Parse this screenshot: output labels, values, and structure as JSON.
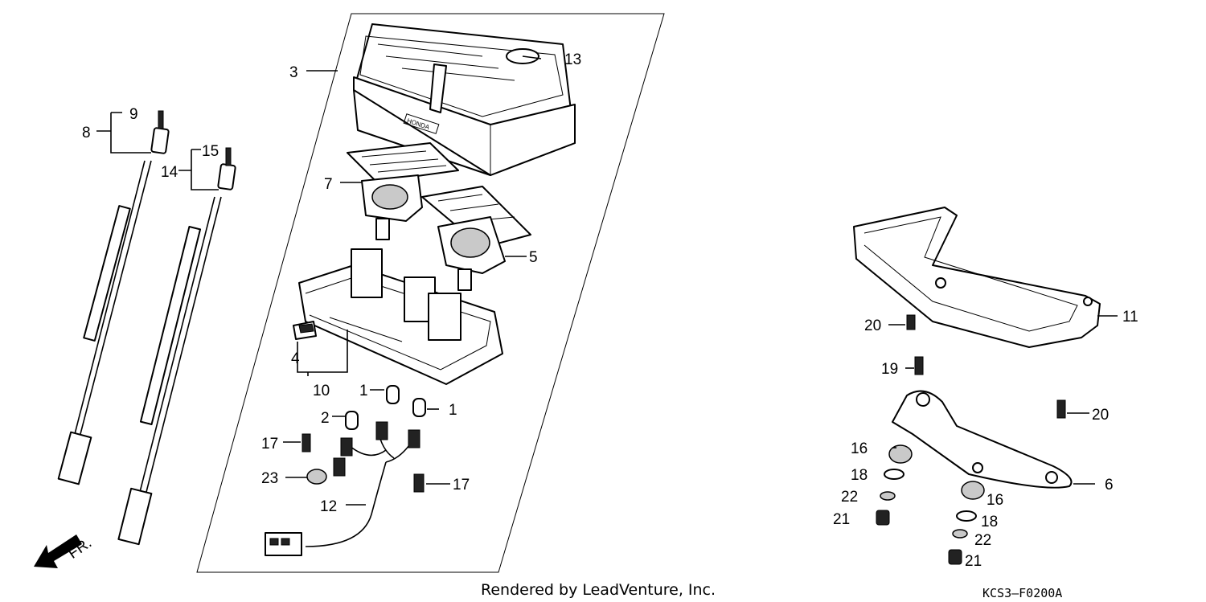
{
  "diagram": {
    "callouts": {
      "c1a": "1",
      "c1b": "1",
      "c2": "2",
      "c3": "3",
      "c4": "4",
      "c5": "5",
      "c6": "6",
      "c7": "7",
      "c8": "8",
      "c9": "9",
      "c10": "10",
      "c11": "11",
      "c12": "12",
      "c13": "13",
      "c14": "14",
      "c15": "15",
      "c16a": "16",
      "c16b": "16",
      "c17a": "17",
      "c17b": "17",
      "c18a": "18",
      "c18b": "18",
      "c19": "19",
      "c20a": "20",
      "c20b": "20",
      "c21a": "21",
      "c21b": "21",
      "c22a": "22",
      "c22b": "22",
      "c23": "23"
    },
    "fr_label": "FR.",
    "case_mark": "HONDA",
    "credit": "Rendered by LeadVenture, Inc.",
    "figure_code": "KCS3–F0200A"
  }
}
